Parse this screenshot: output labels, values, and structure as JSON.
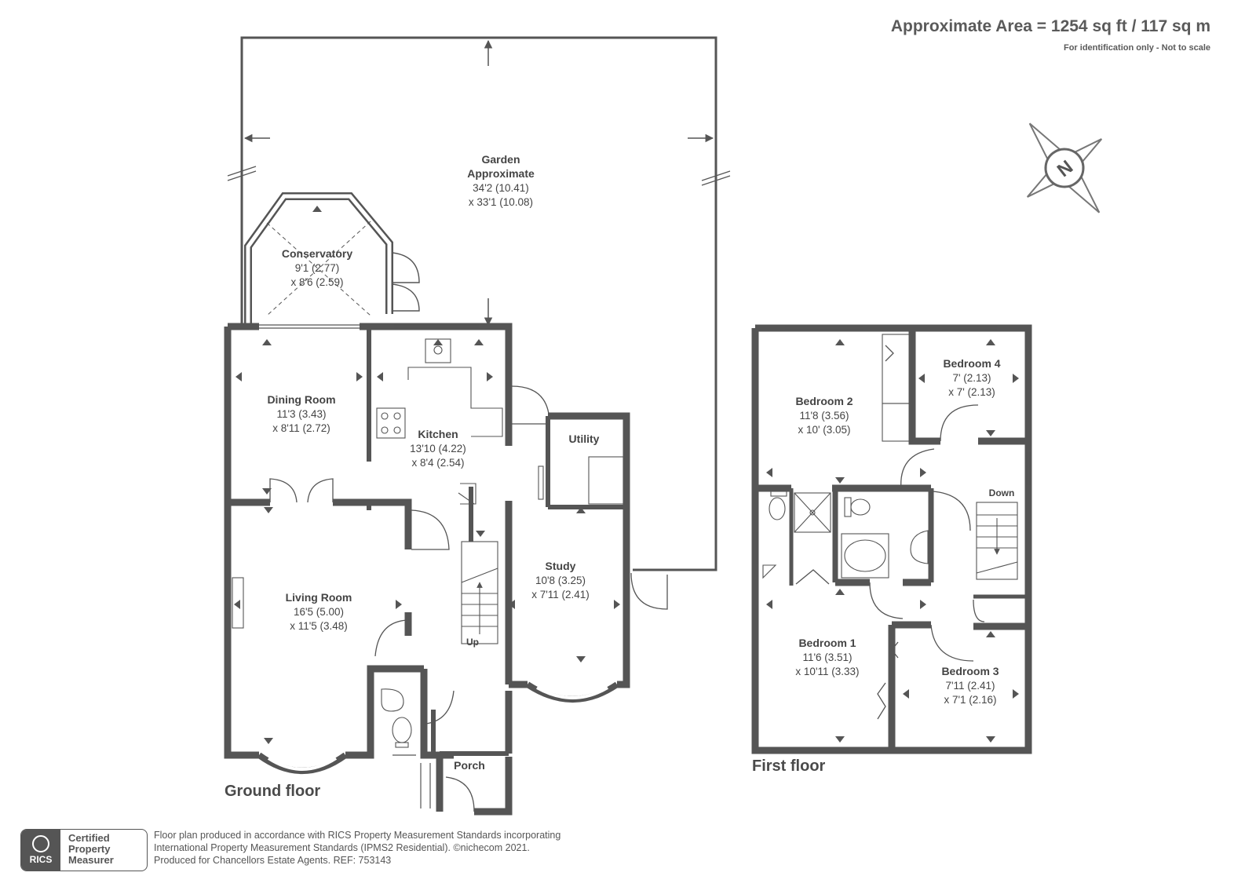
{
  "header": {
    "area": "Approximate Area = 1254 sq ft / 117 sq m",
    "note": "For identification only - Not to scale"
  },
  "compass": {
    "letter": "N",
    "icon": "compass-rose-icon"
  },
  "ground_floor": {
    "label": "Ground floor",
    "garden": {
      "name": "Garden",
      "name2": "Approximate",
      "dim1": "34'2 (10.41)",
      "dim2": "x 33'1 (10.08)"
    },
    "conservatory": {
      "name": "Conservatory",
      "dim1": "9'1 (2.77)",
      "dim2": "x 8'6 (2.59)"
    },
    "dining_room": {
      "name": "Dining Room",
      "dim1": "11'3 (3.43)",
      "dim2": "x 8'11 (2.72)"
    },
    "kitchen": {
      "name": "Kitchen",
      "dim1": "13'10 (4.22)",
      "dim2": "x 8'4 (2.54)"
    },
    "utility": {
      "name": "Utility"
    },
    "living_room": {
      "name": "Living Room",
      "dim1": "16'5 (5.00)",
      "dim2": "x 11'5 (3.48)"
    },
    "study": {
      "name": "Study",
      "dim1": "10'8 (3.25)",
      "dim2": "x 7'11 (2.41)"
    },
    "porch": {
      "name": "Porch"
    },
    "stairs": {
      "label": "Up"
    }
  },
  "first_floor": {
    "label": "First floor",
    "bedroom_2": {
      "name": "Bedroom 2",
      "dim1": "11'8 (3.56)",
      "dim2": "x 10' (3.05)"
    },
    "bedroom_4": {
      "name": "Bedroom 4",
      "dim1": "7' (2.13)",
      "dim2": "x 7' (2.13)"
    },
    "bedroom_1": {
      "name": "Bedroom 1",
      "dim1": "11'6 (3.51)",
      "dim2": "x 10'11 (3.33)"
    },
    "bedroom_3": {
      "name": "Bedroom 3",
      "dim1": "7'11 (2.41)",
      "dim2": "x 7'1 (2.16)"
    },
    "stairs": {
      "label": "Down"
    }
  },
  "badge": {
    "org": "RICS",
    "line1": "Certified",
    "line2": "Property",
    "line3": "Measurer"
  },
  "footer": {
    "line1": "Floor plan produced in accordance with RICS Property Measurement Standards incorporating",
    "line2": "International Property Measurement Standards (IPMS2 Residential).   ©nichecom 2021.",
    "line3": "Produced for Chancellors Estate Agents.   REF: 753143"
  },
  "colors": {
    "wall": "#555555",
    "line": "#555555",
    "text": "#444444"
  }
}
